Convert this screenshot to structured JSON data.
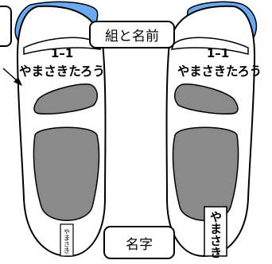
{
  "labels": {
    "class_number": "1–1",
    "name_hiragana": "やまさきたろう",
    "heel_name_small": "やまさき",
    "heel_name_large": "やまさき"
  },
  "callouts": {
    "class_and_name": "組と名前",
    "name": "名字"
  },
  "colors": {
    "toe_cap": "#6aaaf2",
    "insole_pad": "#8a8a8a",
    "outline": "#000000"
  }
}
